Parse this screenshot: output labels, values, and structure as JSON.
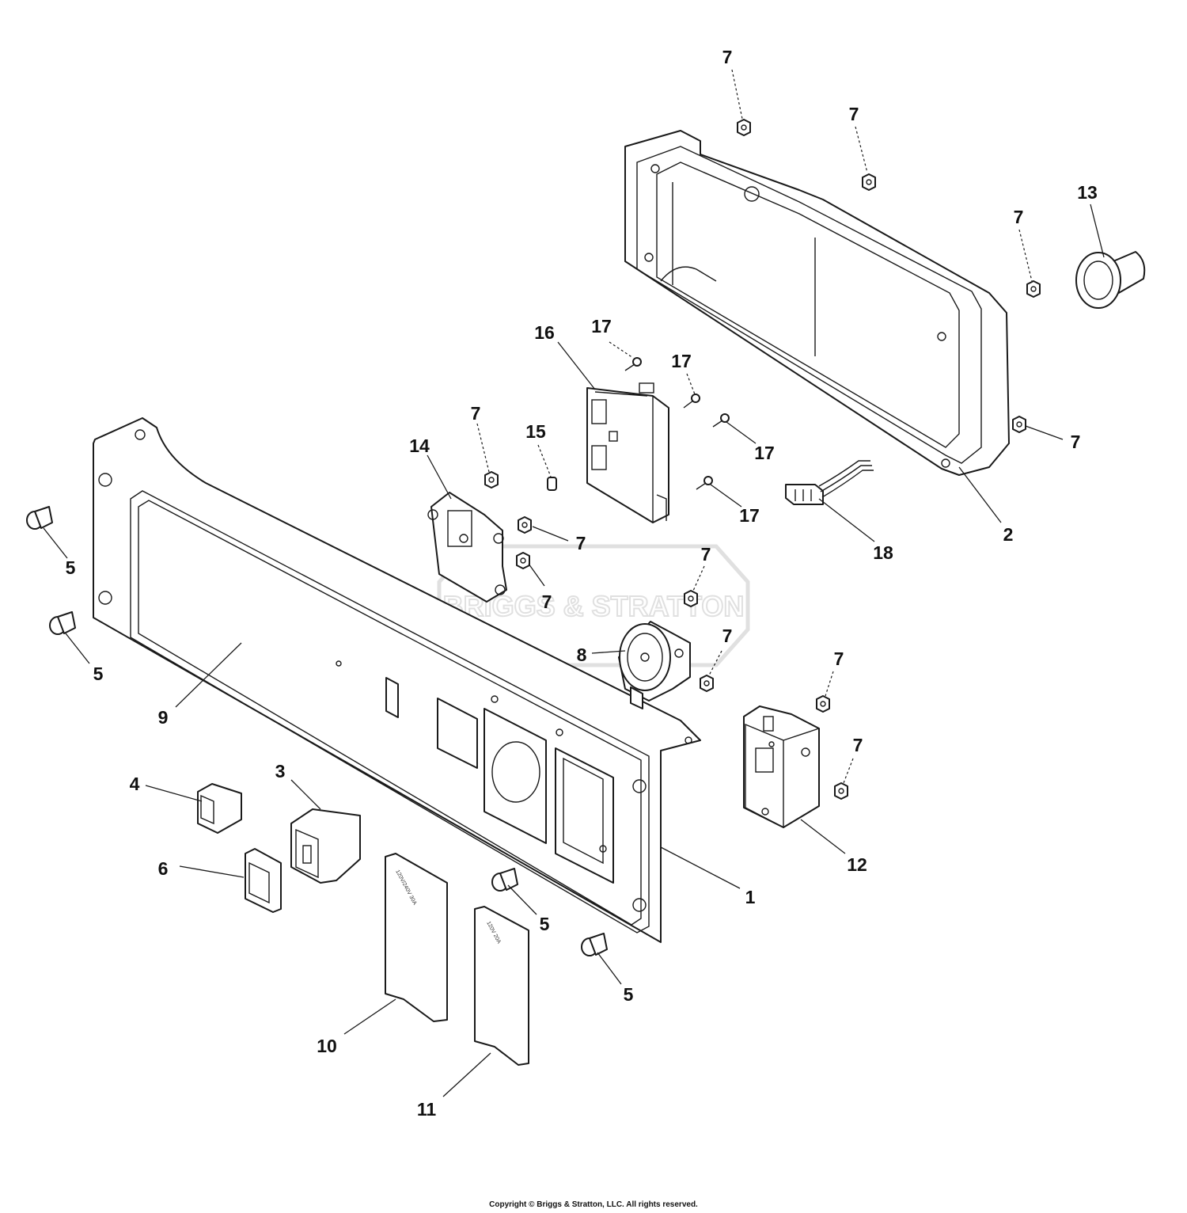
{
  "watermark": "BRIGGS & STRATTON",
  "copyright": "Copyright © Briggs & Stratton, LLC. All rights reserved.",
  "cover_labels": {
    "part10": "120V/240V 30A",
    "part11": "120V 20A"
  },
  "callouts": [
    {
      "id": "c7a",
      "text": "7"
    },
    {
      "id": "c7b",
      "text": "7"
    },
    {
      "id": "c13",
      "text": "13"
    },
    {
      "id": "c7c",
      "text": "7"
    },
    {
      "id": "c17a",
      "text": "17"
    },
    {
      "id": "c16",
      "text": "16"
    },
    {
      "id": "c17b",
      "text": "17"
    },
    {
      "id": "c17c",
      "text": "17"
    },
    {
      "id": "c7d",
      "text": "7"
    },
    {
      "id": "c7e",
      "text": "7"
    },
    {
      "id": "c15",
      "text": "15"
    },
    {
      "id": "c14",
      "text": "14"
    },
    {
      "id": "c17d",
      "text": "17"
    },
    {
      "id": "c2",
      "text": "2"
    },
    {
      "id": "c18",
      "text": "18"
    },
    {
      "id": "c7f",
      "text": "7"
    },
    {
      "id": "c7g",
      "text": "7"
    },
    {
      "id": "c7h",
      "text": "7"
    },
    {
      "id": "c5a",
      "text": "5"
    },
    {
      "id": "c5b",
      "text": "5"
    },
    {
      "id": "c8",
      "text": "8"
    },
    {
      "id": "c7i",
      "text": "7"
    },
    {
      "id": "c7j",
      "text": "7"
    },
    {
      "id": "c7k",
      "text": "7"
    },
    {
      "id": "c9",
      "text": "9"
    },
    {
      "id": "c4",
      "text": "4"
    },
    {
      "id": "c3",
      "text": "3"
    },
    {
      "id": "c6",
      "text": "6"
    },
    {
      "id": "c1",
      "text": "1"
    },
    {
      "id": "c12",
      "text": "12"
    },
    {
      "id": "c5c",
      "text": "5"
    },
    {
      "id": "c5d",
      "text": "5"
    },
    {
      "id": "c10",
      "text": "10"
    },
    {
      "id": "c11",
      "text": "11"
    }
  ]
}
